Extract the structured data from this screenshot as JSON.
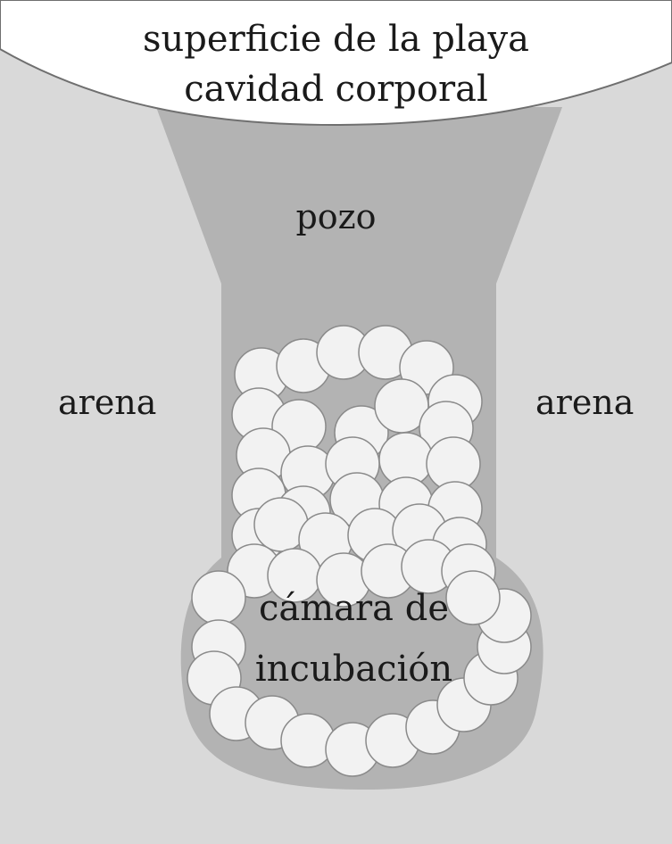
{
  "labels": {
    "surface": "superficie de la playa",
    "cavity": "cavidad corporal",
    "shaft": "pozo",
    "sand_left": "arena",
    "sand_right": "arena",
    "chamber_line1": "cámara de",
    "chamber_line2": "incubación"
  },
  "colors": {
    "sand": "#d9d9d9",
    "cavity": "#ffffff",
    "shaft": "#b3b3b3",
    "egg": "#f2f2f2",
    "egg_stroke": "#8a8a8a",
    "text": "#1a1a1a"
  }
}
